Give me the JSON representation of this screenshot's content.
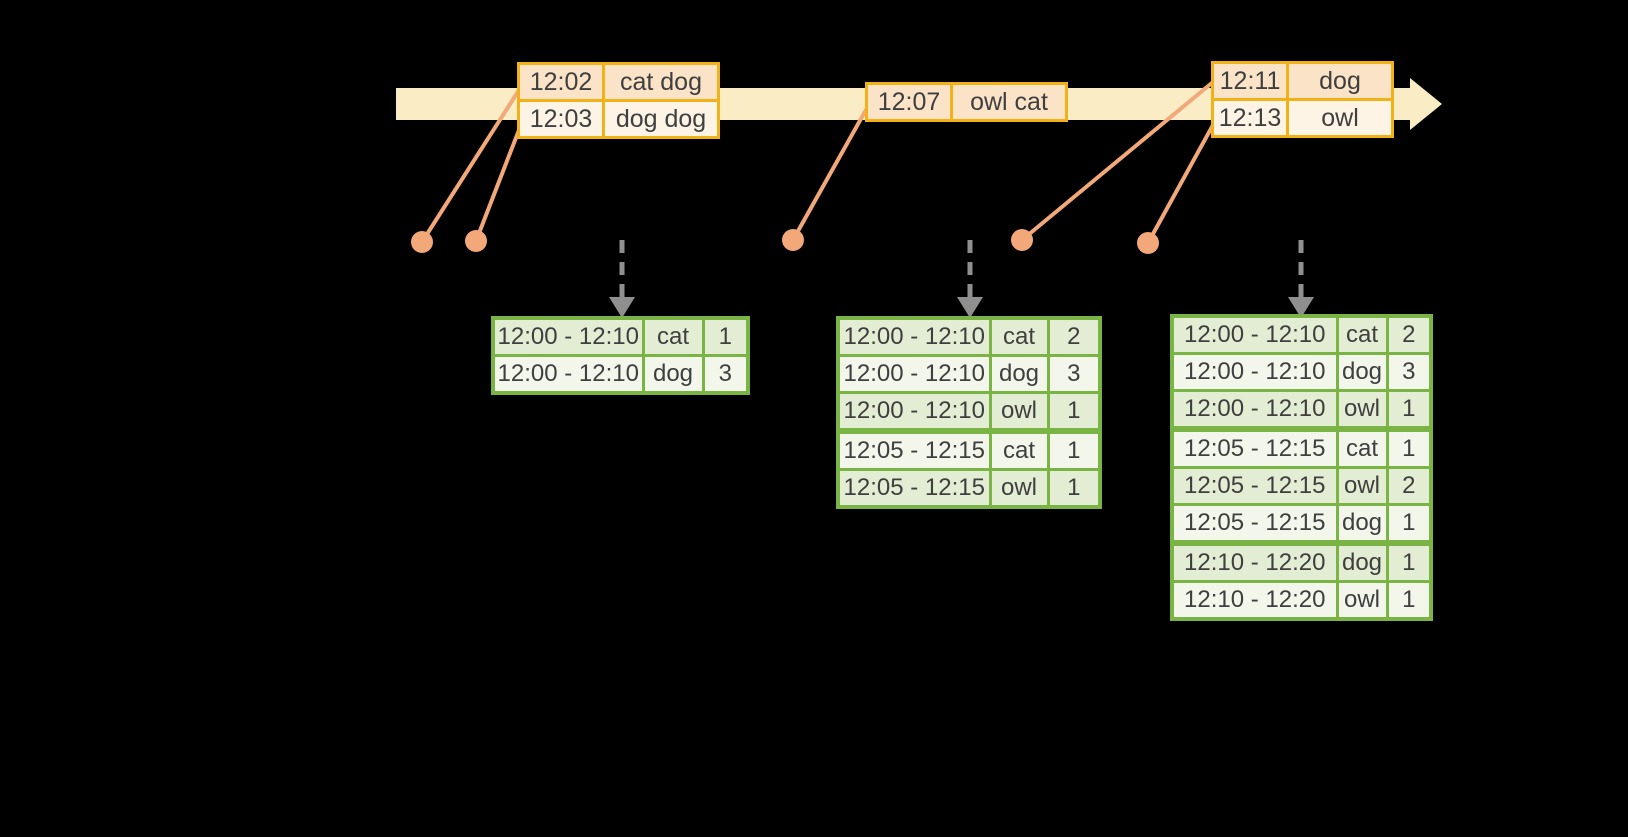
{
  "colors": {
    "background": "#000000",
    "timeline_fill": "#FAEDC6",
    "event_box_border": "#F2B117",
    "event_row_fill": "#FAE3C7",
    "event_row_alt_fill": "#FDF4E6",
    "connector_line": "#F2A878",
    "trigger_arrow": "#8F8F8F",
    "result_table_border": "#7AB444",
    "result_row_fill": "#E3EDD4",
    "result_row_alt_fill": "#F2F6EB",
    "text": "#3F3F3F"
  },
  "event_boxes": [
    {
      "rows": [
        {
          "time": "12:02",
          "words": "cat dog"
        },
        {
          "time": "12:03",
          "words": "dog dog"
        }
      ]
    },
    {
      "rows": [
        {
          "time": "12:07",
          "words": "owl cat"
        }
      ]
    },
    {
      "rows": [
        {
          "time": "12:11",
          "words": "dog"
        },
        {
          "time": "12:13",
          "words": "owl"
        }
      ]
    }
  ],
  "result_tables": [
    {
      "rows": [
        {
          "window": "12:00 - 12:10",
          "word": "cat",
          "count": "1"
        },
        {
          "window": "12:00 - 12:10",
          "word": "dog",
          "count": "3"
        }
      ]
    },
    {
      "rows": [
        {
          "window": "12:00 - 12:10",
          "word": "cat",
          "count": "2"
        },
        {
          "window": "12:00 - 12:10",
          "word": "dog",
          "count": "3"
        },
        {
          "window": "12:00 - 12:10",
          "word": "owl",
          "count": "1"
        },
        {
          "window": "12:05 - 12:15",
          "word": "cat",
          "count": "1"
        },
        {
          "window": "12:05 - 12:15",
          "word": "owl",
          "count": "1"
        }
      ]
    },
    {
      "rows": [
        {
          "window": "12:00 - 12:10",
          "word": "cat",
          "count": "2"
        },
        {
          "window": "12:00 - 12:10",
          "word": "dog",
          "count": "3"
        },
        {
          "window": "12:00 - 12:10",
          "word": "owl",
          "count": "1"
        },
        {
          "window": "12:05 - 12:15",
          "word": "cat",
          "count": "1"
        },
        {
          "window": "12:05 - 12:15",
          "word": "owl",
          "count": "2"
        },
        {
          "window": "12:05 - 12:15",
          "word": "dog",
          "count": "1"
        },
        {
          "window": "12:10 - 12:20",
          "word": "dog",
          "count": "1"
        },
        {
          "window": "12:10 - 12:20",
          "word": "owl",
          "count": "1"
        }
      ]
    }
  ]
}
